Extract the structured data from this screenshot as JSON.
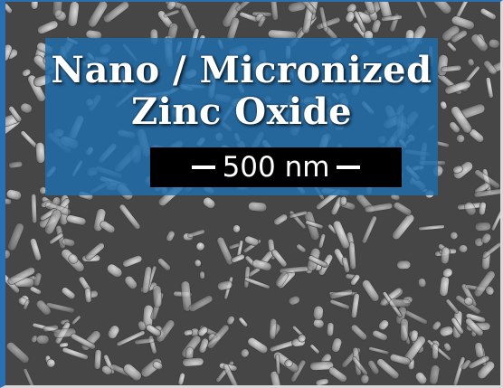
{
  "image": {
    "title_line1": "Nano / Micronized",
    "title_line2": "Zinc Oxide",
    "scale_bar_label": "500 nm",
    "colors": {
      "frame_accent": "#2b6fb3",
      "overlay_band": "#1e6eaf",
      "scale_box": "#000000",
      "text": "#ffffff"
    }
  }
}
